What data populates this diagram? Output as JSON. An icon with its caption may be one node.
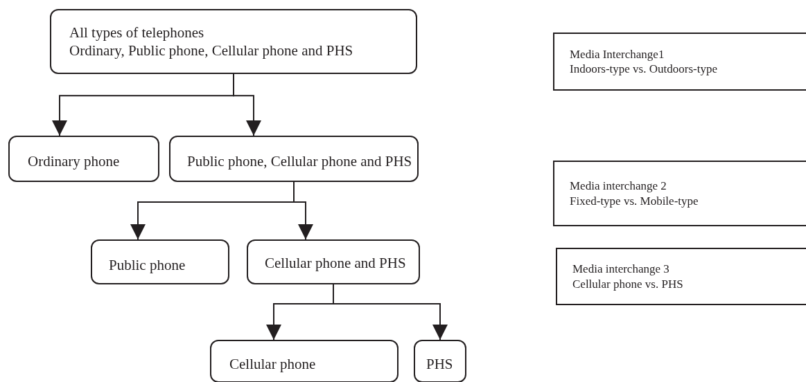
{
  "diagram": {
    "nodes": [
      {
        "text": [
          "All types of telephones",
          "Ordinary, Public phone, Cellular phone and PHS"
        ]
      },
      {
        "text": [
          "Ordinary phone"
        ]
      },
      {
        "text": [
          "Public phone, Cellular phone and PHS"
        ]
      },
      {
        "text": [
          "Public phone"
        ]
      },
      {
        "text": [
          "Cellular phone and PHS"
        ]
      },
      {
        "text": [
          "Cellular phone"
        ]
      },
      {
        "text": [
          "PHS"
        ]
      },
      {
        "text": [
          "Media Interchange1",
          "Indoors-type vs. Outdoors-type"
        ]
      },
      {
        "text": [
          "Media interchange 2",
          "Fixed-type vs. Mobile-type"
        ]
      },
      {
        "text": [
          "Media interchange 3",
          "Cellular phone vs. PHS"
        ]
      }
    ],
    "edges": [
      {
        "from": 0,
        "to": 1,
        "arrow": "to"
      },
      {
        "from": 0,
        "to": 2,
        "arrow": "to"
      },
      {
        "from": 2,
        "to": 3,
        "arrow": "to"
      },
      {
        "from": 2,
        "to": 4,
        "arrow": "to"
      },
      {
        "from": 4,
        "to": 5,
        "arrow": "to"
      },
      {
        "from": 4,
        "to": 6,
        "arrow": "to"
      }
    ]
  }
}
